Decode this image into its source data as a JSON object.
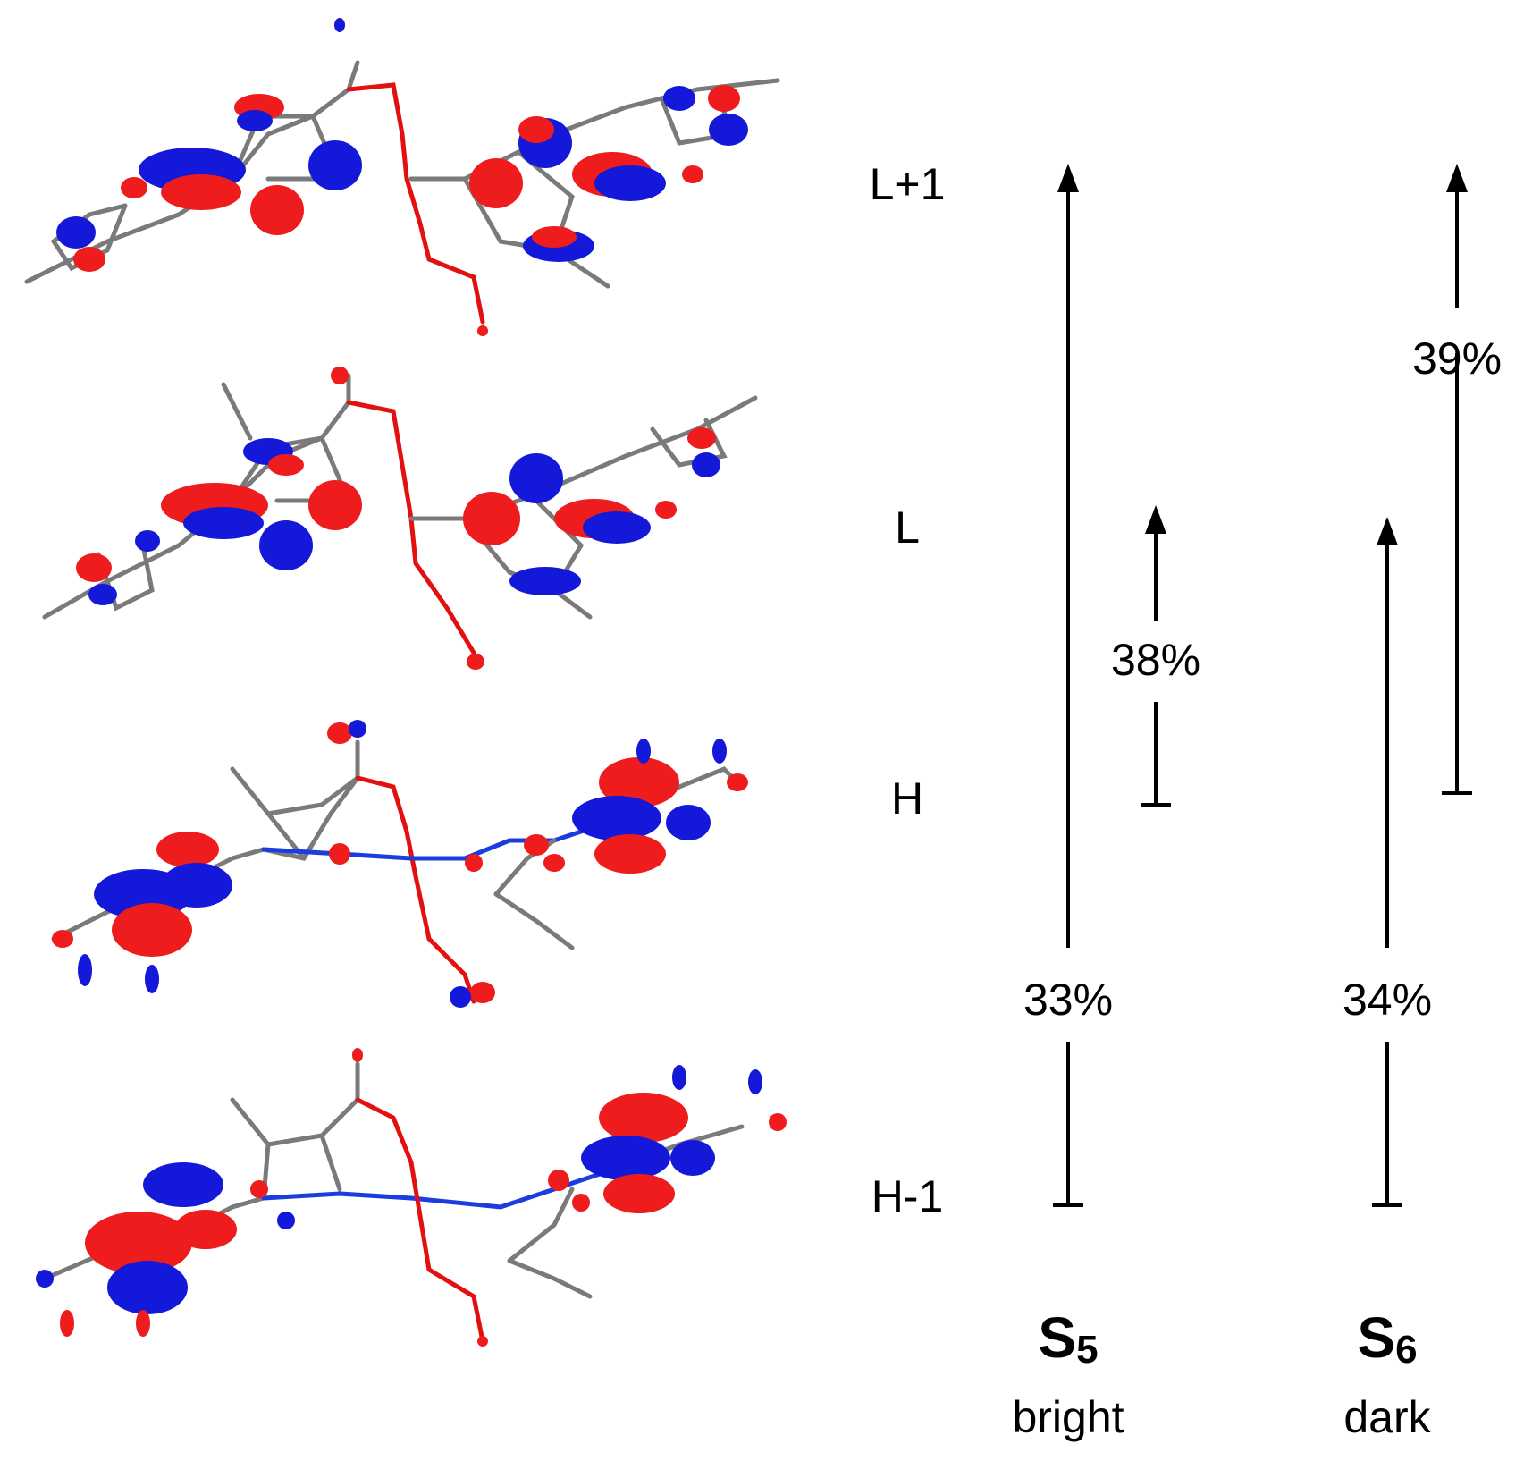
{
  "levels": [
    {
      "id": "L+1",
      "label": "L+1"
    },
    {
      "id": "L",
      "label": "L"
    },
    {
      "id": "H",
      "label": "H"
    },
    {
      "id": "H-1",
      "label": "H-1"
    }
  ],
  "states": [
    {
      "name_main": "S",
      "name_sub": "5",
      "type": "bright"
    },
    {
      "name_main": "S",
      "name_sub": "6",
      "type": "dark"
    }
  ],
  "transitions": [
    {
      "state": "S5",
      "from": "H-1",
      "to": "L+1",
      "weight": "33%"
    },
    {
      "state": "S5",
      "from": "H",
      "to": "L",
      "weight": "38%"
    },
    {
      "state": "S6",
      "from": "H-1",
      "to": "L",
      "weight": "34%"
    },
    {
      "state": "S6",
      "from": "H",
      "to": "L+1",
      "weight": "39%"
    }
  ],
  "orbital_images": [
    "L+1 orbital",
    "L orbital",
    "H orbital",
    "H-1 orbital"
  ],
  "colors": {
    "positive_lobe": "#ee1c1c",
    "negative_lobe": "#1418d8",
    "bond": "#7a7a7a",
    "arrow": "#000000"
  }
}
